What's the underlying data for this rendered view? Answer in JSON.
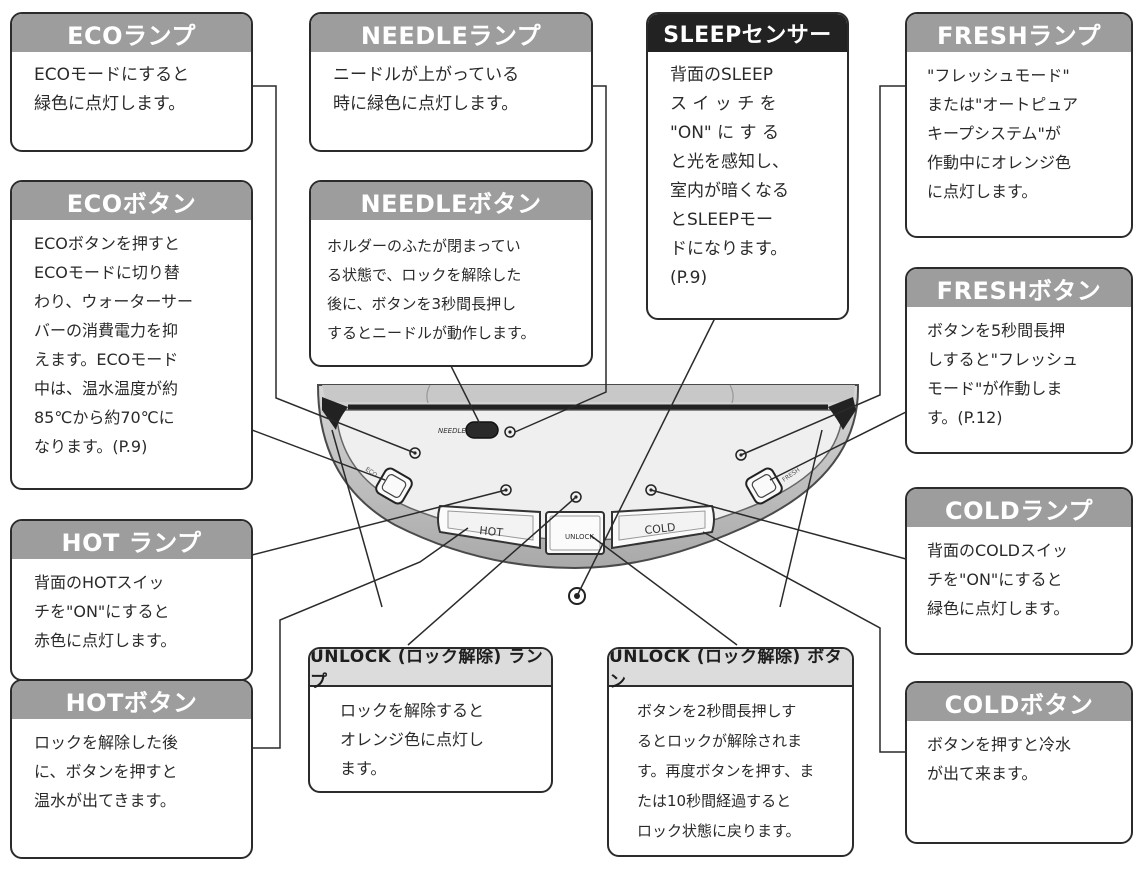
{
  "callouts": {
    "eco_lamp": {
      "title": "ECOランプ",
      "text": "ECOモードにすると\n緑色に点灯します。"
    },
    "needle_lamp": {
      "title": "NEEDLEランプ",
      "text": "ニードルが上がっている\n時に緑色に点灯します。"
    },
    "sleep_sensor": {
      "title": "SLEEPセンサー",
      "text": "背面のSLEEP\nス イ ッ チ を\n\"ON\" に す る\nと光を感知し、\n室内が暗くなる\nとSLEEPモー\nドになります。\n(P.9)"
    },
    "fresh_lamp": {
      "title": "FRESHランプ",
      "text": "\"フレッシュモード\"\nまたは\"オートピュア\nキープシステム\"が\n作動中にオレンジ色\nに点灯します。"
    },
    "eco_button": {
      "title": "ECOボタン",
      "text": "ECOボタンを押すと\nECOモードに切り替\nわり、ウォーターサー\nバーの消費電力を抑\nえます。ECOモード\n中は、温水温度が約\n85℃から約70℃に\nなります。(P.9)"
    },
    "needle_button": {
      "title": "NEEDLEボタン",
      "text": "ホルダーのふたが閉まってい\nる状態で、ロックを解除した\n後に、ボタンを3秒間長押し\nするとニードルが動作します。"
    },
    "fresh_button": {
      "title": "FRESHボタン",
      "text": "ボタンを5秒間長押\nしすると\"フレッシュ\nモード\"が作動しま\nす。(P.12)"
    },
    "hot_lamp": {
      "title": "HOT ランプ",
      "text": "背面のHOTスイッ\nチを\"ON\"にすると\n赤色に点灯します。"
    },
    "cold_lamp": {
      "title": "COLDランプ",
      "text": "背面のCOLDスイッ\nチを\"ON\"にすると\n緑色に点灯します。"
    },
    "unlock_lamp": {
      "title": "UNLOCK (ロック解除) ランプ",
      "text": "ロックを解除すると\nオレンジ色に点灯し\nます。"
    },
    "unlock_button": {
      "title": "UNLOCK (ロック解除) ボタン",
      "text": "ボタンを2秒間長押しす\nるとロックが解除されま\nす。再度ボタンを押す、ま\nたは10秒間経過すると\nロック状態に戻ります。"
    },
    "hot_button": {
      "title": "HOTボタン",
      "text": "ロックを解除した後\nに、ボタンを押すと\n温水が出てきます。"
    },
    "cold_button": {
      "title": "COLDボタン",
      "text": "ボタンを押すと冷水\nが出て来ます。"
    }
  },
  "device": {
    "needle_label": "NEEDLE",
    "eco_label": "ECO",
    "fresh_label": "FRESH",
    "hot_label": "HOT",
    "unlock_label": "UNLOCK",
    "cold_label": "COLD"
  }
}
